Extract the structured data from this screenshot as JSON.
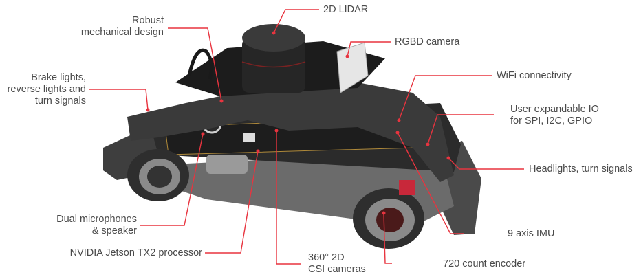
{
  "figure": {
    "subject": "robot car platform",
    "accent_color": "#e8343f",
    "text_color": "#4a4a4a"
  },
  "callouts": {
    "robust": {
      "line1": "Robust",
      "line2": "mechanical design"
    },
    "brake": {
      "line1": "Brake lights,",
      "line2": "reverse lights and",
      "line3": "turn signals"
    },
    "lidar": {
      "line1": "2D LIDAR"
    },
    "rgbd": {
      "line1": "RGBD camera"
    },
    "wifi": {
      "line1": "WiFi connectivity"
    },
    "io": {
      "line1": "User expandable IO",
      "line2": "for SPI, I2C, GPIO"
    },
    "headlights": {
      "line1": "Headlights, turn signals"
    },
    "mics": {
      "line1": "Dual microphones",
      "line2": "& speaker"
    },
    "jetson": {
      "line1": "NVIDIA Jetson TX2 processor"
    },
    "csi": {
      "line1": "360° 2D",
      "line2": "CSI cameras"
    },
    "imu": {
      "line1": "9 axis IMU"
    },
    "encoder": {
      "line1": "720 count encoder"
    }
  }
}
